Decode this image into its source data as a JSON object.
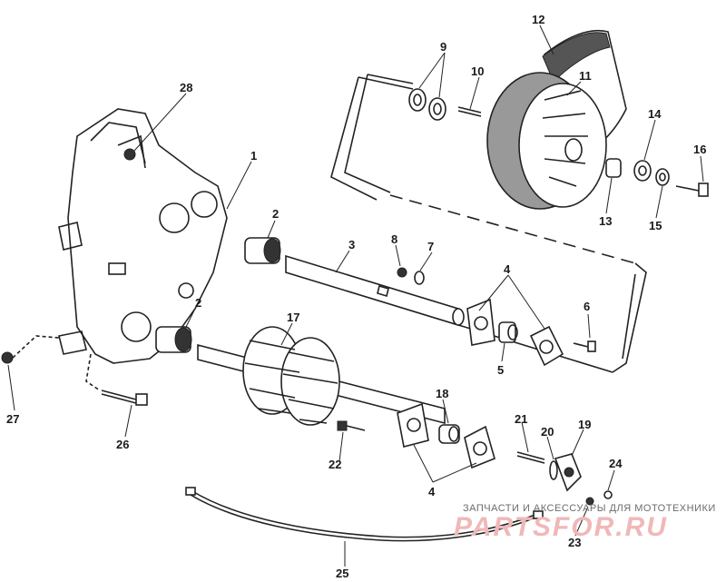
{
  "callouts": [
    {
      "id": "c1",
      "text": "1"
    },
    {
      "id": "c2a",
      "text": "2"
    },
    {
      "id": "c2b",
      "text": "2"
    },
    {
      "id": "c3",
      "text": "3"
    },
    {
      "id": "c4a",
      "text": "4"
    },
    {
      "id": "c4b",
      "text": "4"
    },
    {
      "id": "c5",
      "text": "5"
    },
    {
      "id": "c6",
      "text": "6"
    },
    {
      "id": "c7",
      "text": "7"
    },
    {
      "id": "c8",
      "text": "8"
    },
    {
      "id": "c9",
      "text": "9"
    },
    {
      "id": "c10",
      "text": "10"
    },
    {
      "id": "c11",
      "text": "11"
    },
    {
      "id": "c12",
      "text": "12"
    },
    {
      "id": "c13",
      "text": "13"
    },
    {
      "id": "c14",
      "text": "14"
    },
    {
      "id": "c15",
      "text": "15"
    },
    {
      "id": "c16",
      "text": "16"
    },
    {
      "id": "c17",
      "text": "17"
    },
    {
      "id": "c18",
      "text": "18"
    },
    {
      "id": "c19",
      "text": "19"
    },
    {
      "id": "c20",
      "text": "20"
    },
    {
      "id": "c21",
      "text": "21"
    },
    {
      "id": "c22",
      "text": "22"
    },
    {
      "id": "c23",
      "text": "23"
    },
    {
      "id": "c24",
      "text": "24"
    },
    {
      "id": "c25",
      "text": "25"
    },
    {
      "id": "c26",
      "text": "26"
    },
    {
      "id": "c27",
      "text": "27"
    },
    {
      "id": "c28",
      "text": "28"
    }
  ],
  "watermark": {
    "tagline": "ЗАПЧАСТИ И АКСЕССУАРЫ ДЛЯ МОТОТЕХНИКИ",
    "logo": "PARTSFOR.RU"
  },
  "colors": {
    "ink": "#222222",
    "watermark_logo": "#f0b8b8",
    "watermark_text": "#6b6b6b"
  }
}
